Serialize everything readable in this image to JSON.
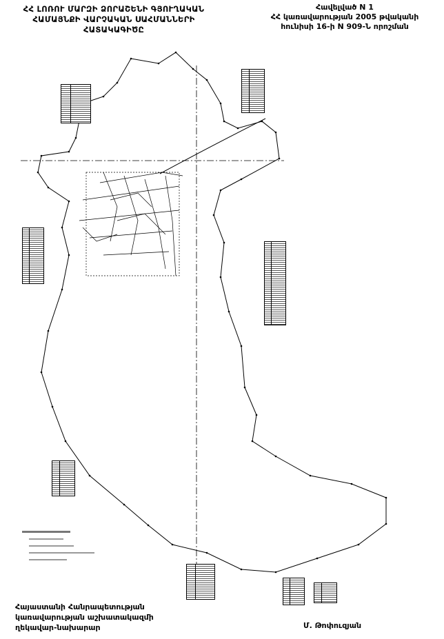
{
  "header": {
    "title_lines": [
      "ՀՀ ԼՈՌՈՒ ՄԱՐԶԻ ՁՈՐԱՇԵՆԻ ԳՅՈՒՂԱԿԱՆ",
      "ՀԱՄԱՅՆՔԻ ՎԱՐՉԱԿԱՆ ՍԱՀՄԱՆՆԵՐԻ",
      "ՀԱՏԱԿԱԳԻԾԸ"
    ],
    "annex_lines": [
      "Հավելված N 1",
      "ՀՀ կառավարության 2005 թվականի",
      "հունիսի 16-ի N 909-Ն որոշման"
    ]
  },
  "footer": {
    "position_lines": [
      "Հայաստանի Հանրապետության",
      "կառավարության աշխատակազմի",
      "ղեկավար-նախարար"
    ],
    "signature": "Մ. Թոփուզյան"
  },
  "colors": {
    "ink": "#000000",
    "paper": "#ffffff"
  }
}
